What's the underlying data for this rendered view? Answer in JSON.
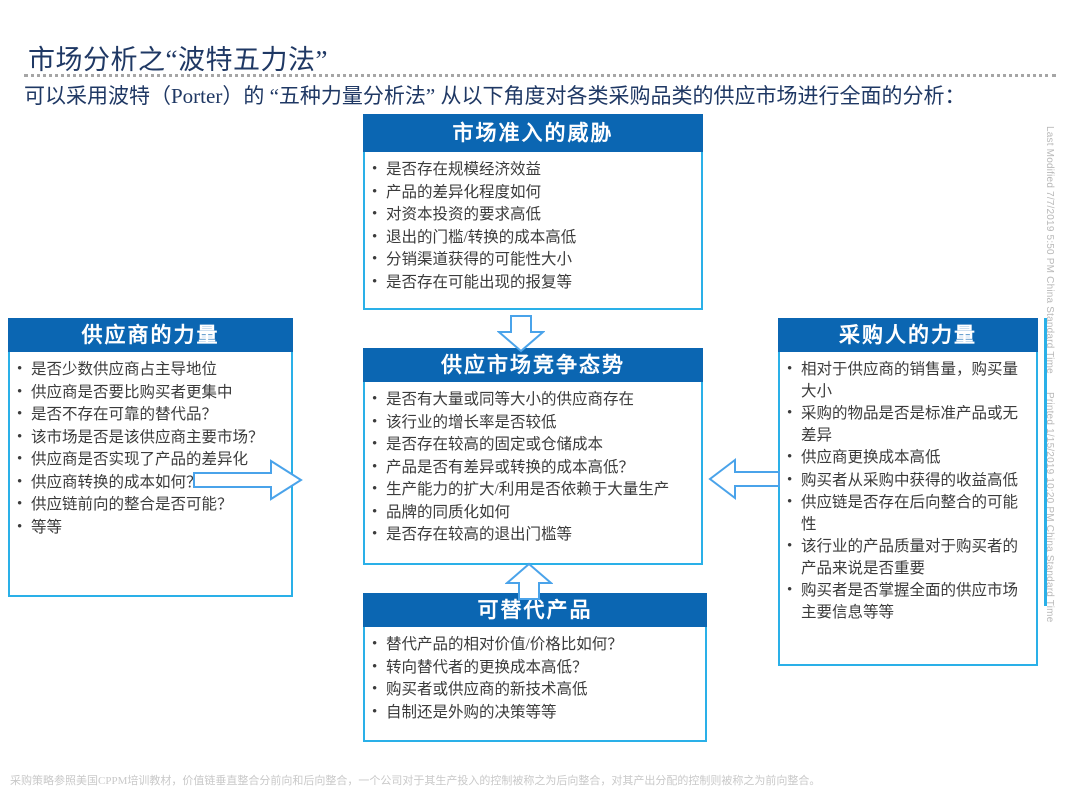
{
  "header": {
    "title": "市场分析之“波特五力法”",
    "subtitle": "可以采用波特（Porter）的 “五种力量分析法” 从以下角度对各类采购品类的供应市场进行全面的分析："
  },
  "colors": {
    "header_blue": "#0b66b2",
    "border_cyan": "#2ab0e8",
    "title_navy": "#1f3864",
    "body_text": "#3b3b3b",
    "footer_gray": "#c9c9c9"
  },
  "boxes": {
    "entrants": {
      "title": "市场准入的威胁",
      "items": [
        "是否存在规模经济效益",
        "产品的差异化程度如何",
        "对资本投资的要求高低",
        "退出的门槛/转换的成本高低",
        "分销渠道获得的可能性大小",
        "是否存在可能出现的报复等"
      ]
    },
    "suppliers": {
      "title": "供应商的力量",
      "items": [
        "是否少数供应商占主导地位",
        "供应商是否要比购买者更集中",
        "是否不存在可靠的替代品？",
        "该市场是否是该供应商主要市场？",
        "供应商是否实现了产品的差异化",
        "供应商转换的成本如何？",
        "供应链前向的整合是否可能？",
        "等等"
      ]
    },
    "rivalry": {
      "title": "供应市场竞争态势",
      "items": [
        "是否有大量或同等大小的供应商存在",
        "该行业的增长率是否较低",
        "是否存在较高的固定或仓储成本",
        "产品是否有差异或转换的成本高低？",
        "生产能力的扩大/利用是否依赖于大量生产",
        "品牌的同质化如何",
        "是否存在较高的退出门槛等"
      ]
    },
    "buyers": {
      "title": "采购人的力量",
      "items": [
        "相对于供应商的销售量，购买量大小",
        "采购的物品是否是标准产品或无差异",
        "供应商更换成本高低",
        "购买者从采购中获得的收益高低",
        "供应链是否存在后向整合的可能性",
        "该行业的产品质量对于购买者的产品来说是否重要",
        "购买者是否掌握全面的供应市场主要信息等等"
      ]
    },
    "substitutes": {
      "title": "可替代产品",
      "items": [
        "替代产品的相对价值/价格比如何？",
        "转向替代者的更换成本高低？",
        "购买者或供应商的新技术高低",
        "自制还是外购的决策等等"
      ]
    }
  },
  "arrows": {
    "down": "arrow-down-icon",
    "up": "arrow-up-icon",
    "right": "arrow-right-icon",
    "left": "arrow-left-icon"
  },
  "stamps": {
    "last_modified": "Last Modified 7/7/2019 5:50 PM China Standard Time",
    "printed": "Printed 1/15/2019 10:20 PM China Standard Time"
  },
  "footer": {
    "note": "采购策略参照美国CPPM培训教材，价值链垂直整合分前向和后向整合，一个公司对于其生产投入的控制被称之为后向整合，对其产出分配的控制则被称之为前向整合。"
  }
}
